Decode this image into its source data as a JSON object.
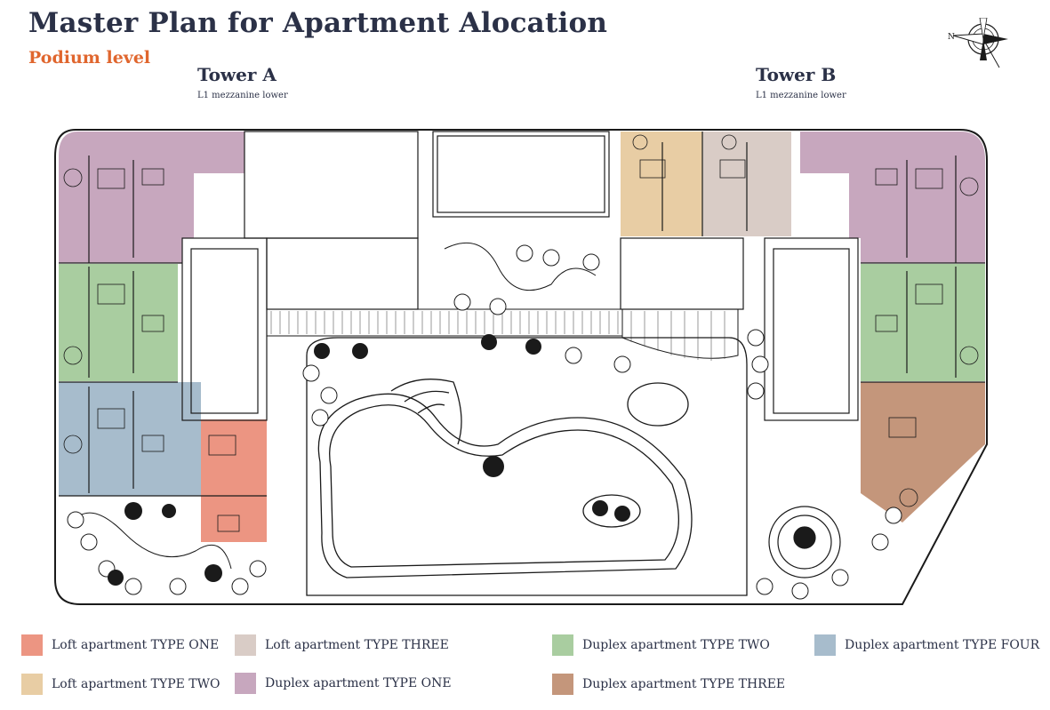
{
  "header": {
    "title": "Master Plan for Apartment Alocation",
    "subtitle": "Podium level"
  },
  "towers": [
    {
      "name": "Tower A",
      "level": "L1 mezzanine lower"
    },
    {
      "name": "Tower B",
      "level": "L1 mezzanine lower"
    }
  ],
  "compass": {
    "icon": "north-arrow-compass-icon",
    "label": "N"
  },
  "colors": {
    "loft_type_one": "#ec9582",
    "loft_type_two": "#e8cda4",
    "loft_type_three": "#d9ccc6",
    "duplex_type_one": "#c7a7be",
    "duplex_type_two": "#a9cda0",
    "duplex_type_three": "#c4967b",
    "duplex_type_four": "#a7bccc",
    "outline": "#1a1a1a"
  },
  "legend": [
    {
      "label": "Loft apartment TYPE ONE",
      "color": "#ec9582"
    },
    {
      "label": "Loft apartment TYPE TWO",
      "color": "#e8cda4"
    },
    {
      "label": "Loft apartment TYPE THREE",
      "color": "#d9ccc6"
    },
    {
      "label": "Duplex apartment TYPE ONE",
      "color": "#c7a7be"
    },
    {
      "label": "Duplex apartment TYPE TWO",
      "color": "#a9cda0"
    },
    {
      "label": "Duplex apartment TYPE THREE",
      "color": "#c4967b"
    },
    {
      "label": "Duplex apartment TYPE FOUR",
      "color": "#a7bccc"
    }
  ]
}
